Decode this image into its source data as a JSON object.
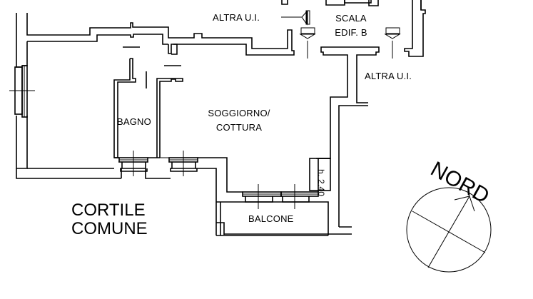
{
  "plan": {
    "rooms": {
      "bathroom": "BAGNO",
      "living_line1": "SOGGIORNO/",
      "living_line2": "COTTURA",
      "balcony": "BALCONE",
      "stair_line1": "SCALA",
      "stair_line2": "EDIF. B"
    },
    "neighbors": {
      "top": "ALTRA U.I.",
      "right": "ALTRA U.I."
    },
    "courtyard_line1": "CORTILE",
    "courtyard_line2": "COMUNE",
    "ceiling_height": "h. 2.40",
    "north_label": "NORD",
    "line_color": "#000000",
    "background": "#ffffff"
  }
}
